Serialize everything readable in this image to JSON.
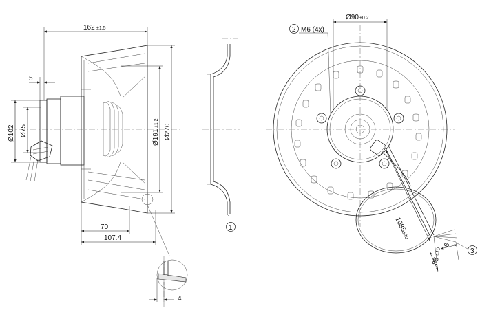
{
  "dimensions": {
    "overall_length": "162",
    "overall_length_tol": "±1.5",
    "inlet_offset": "5",
    "dia_102": "Ø102",
    "dia_75": "Ø75",
    "dia_191": "Ø191",
    "dia_191_tol": "±1.2",
    "dia_270": "Ø270",
    "dim_70": "70",
    "dim_107": "107.4",
    "detail_4": "4",
    "dia_90": "Ø90",
    "dia_90_tol": "±0.2",
    "thread": "M6 (4x)",
    "cable_length": "1085",
    "cable_length_tol": "±20",
    "strip_6": "6",
    "strip_85": "85",
    "strip_85_tol": "±10"
  },
  "callouts": {
    "c1": "1",
    "c2": "2",
    "c3": "3"
  },
  "colors": {
    "line": "#222222",
    "background": "#ffffff"
  }
}
